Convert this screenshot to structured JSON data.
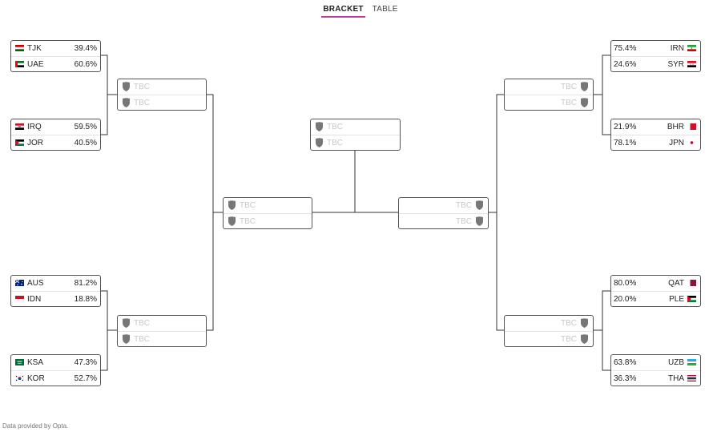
{
  "tabs": [
    {
      "label": "BRACKET",
      "active": true
    },
    {
      "label": "TABLE",
      "active": false
    }
  ],
  "tbc_label": "TBC",
  "footer": "Data provided by Opta.",
  "round_of_16": {
    "left": [
      {
        "teams": [
          {
            "code": "TJK",
            "pct": "39.4%",
            "flag": "tjk"
          },
          {
            "code": "UAE",
            "pct": "60.6%",
            "flag": "uae"
          }
        ]
      },
      {
        "teams": [
          {
            "code": "IRQ",
            "pct": "59.5%",
            "flag": "irq"
          },
          {
            "code": "JOR",
            "pct": "40.5%",
            "flag": "jor"
          }
        ]
      },
      {
        "teams": [
          {
            "code": "AUS",
            "pct": "81.2%",
            "flag": "aus"
          },
          {
            "code": "IDN",
            "pct": "18.8%",
            "flag": "idn"
          }
        ]
      },
      {
        "teams": [
          {
            "code": "KSA",
            "pct": "47.3%",
            "flag": "ksa"
          },
          {
            "code": "KOR",
            "pct": "52.7%",
            "flag": "kor"
          }
        ]
      }
    ],
    "right": [
      {
        "teams": [
          {
            "code": "IRN",
            "pct": "75.4%",
            "flag": "irn"
          },
          {
            "code": "SYR",
            "pct": "24.6%",
            "flag": "syr"
          }
        ]
      },
      {
        "teams": [
          {
            "code": "BHR",
            "pct": "21.9%",
            "flag": "bhr"
          },
          {
            "code": "JPN",
            "pct": "78.1%",
            "flag": "jpn"
          }
        ]
      },
      {
        "teams": [
          {
            "code": "QAT",
            "pct": "80.0%",
            "flag": "qat"
          },
          {
            "code": "PLE",
            "pct": "20.0%",
            "flag": "ple"
          }
        ]
      },
      {
        "teams": [
          {
            "code": "UZB",
            "pct": "63.8%",
            "flag": "uzb"
          },
          {
            "code": "THA",
            "pct": "36.3%",
            "flag": "tha"
          }
        ]
      }
    ]
  },
  "flag_icons": {
    "tjk": "tajikistan-flag-icon",
    "uae": "uae-flag-icon",
    "irq": "iraq-flag-icon",
    "jor": "jordan-flag-icon",
    "aus": "australia-flag-icon",
    "idn": "indonesia-flag-icon",
    "ksa": "saudi-arabia-flag-icon",
    "kor": "korea-flag-icon",
    "irn": "iran-flag-icon",
    "syr": "syria-flag-icon",
    "bhr": "bahrain-flag-icon",
    "jpn": "japan-flag-icon",
    "qat": "qatar-flag-icon",
    "ple": "palestine-flag-icon",
    "uzb": "uzbekistan-flag-icon",
    "tha": "thailand-flag-icon"
  },
  "colors": {
    "tab_underline": "#c03a9a",
    "box_border": "#555555",
    "tbc_text": "#c8c8c8",
    "connector": "#333333"
  }
}
